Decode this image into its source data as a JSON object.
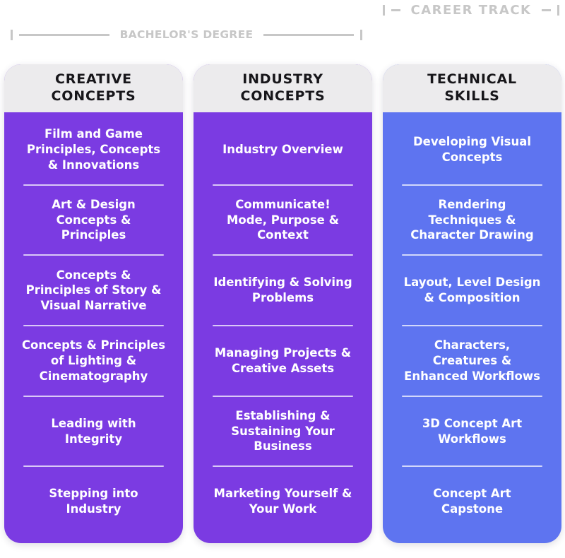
{
  "brackets": {
    "career": {
      "label": "CAREER TRACK"
    },
    "bachelors": {
      "label": "BACHELOR'S DEGREE"
    }
  },
  "colors": {
    "purple": "#7B3BE2",
    "blue": "#5E74F0",
    "header-bg": "#ECEBED",
    "header-text": "#17161A",
    "item-text": "#FFFFFF",
    "divider": "rgba(255,255,255,0.72)",
    "bracket": "#C7C7C7",
    "page-bg": "#FFFFFF"
  },
  "columns": [
    {
      "id": "creative-concepts",
      "header_lines": [
        "CREATIVE",
        "CONCEPTS"
      ],
      "body_color": "purple",
      "items": [
        {
          "lines": [
            "Film and Game",
            "Principles, Concepts",
            "& Innovations"
          ]
        },
        {
          "lines": [
            "Art & Design",
            "Concepts &",
            "Principles"
          ]
        },
        {
          "lines": [
            "Concepts &",
            "Principles of Story &",
            "Visual Narrative"
          ]
        },
        {
          "lines": [
            "Concepts & Principles",
            "of Lighting &",
            "Cinematography"
          ]
        },
        {
          "lines": [
            "Leading with",
            "Integrity"
          ]
        },
        {
          "lines": [
            "Stepping into",
            "Industry"
          ]
        }
      ]
    },
    {
      "id": "industry-concepts",
      "header_lines": [
        "INDUSTRY",
        "CONCEPTS"
      ],
      "body_color": "purple",
      "items": [
        {
          "lines": [
            "Industry Overview"
          ]
        },
        {
          "lines": [
            "Communicate!",
            "Mode, Purpose &",
            "Context"
          ]
        },
        {
          "lines": [
            "Identifying & Solving",
            "Problems"
          ]
        },
        {
          "lines": [
            "Managing Projects &",
            "Creative Assets"
          ]
        },
        {
          "lines": [
            "Establishing &",
            "Sustaining Your",
            "Business"
          ]
        },
        {
          "lines": [
            "Marketing Yourself &",
            "Your Work"
          ]
        }
      ]
    },
    {
      "id": "technical-skills",
      "header_lines": [
        "TECHNICAL",
        "SKILLS"
      ],
      "body_color": "blue",
      "items": [
        {
          "lines": [
            "Developing Visual",
            "Concepts"
          ]
        },
        {
          "lines": [
            "Rendering",
            "Techniques &",
            "Character Drawing"
          ]
        },
        {
          "lines": [
            "Layout, Level Design",
            "& Composition"
          ]
        },
        {
          "lines": [
            "Characters,",
            "Creatures &",
            "Enhanced Workflows"
          ]
        },
        {
          "lines": [
            "3D Concept Art",
            "Workflows"
          ]
        },
        {
          "lines": [
            "Concept Art",
            "Capstone"
          ]
        }
      ]
    }
  ]
}
